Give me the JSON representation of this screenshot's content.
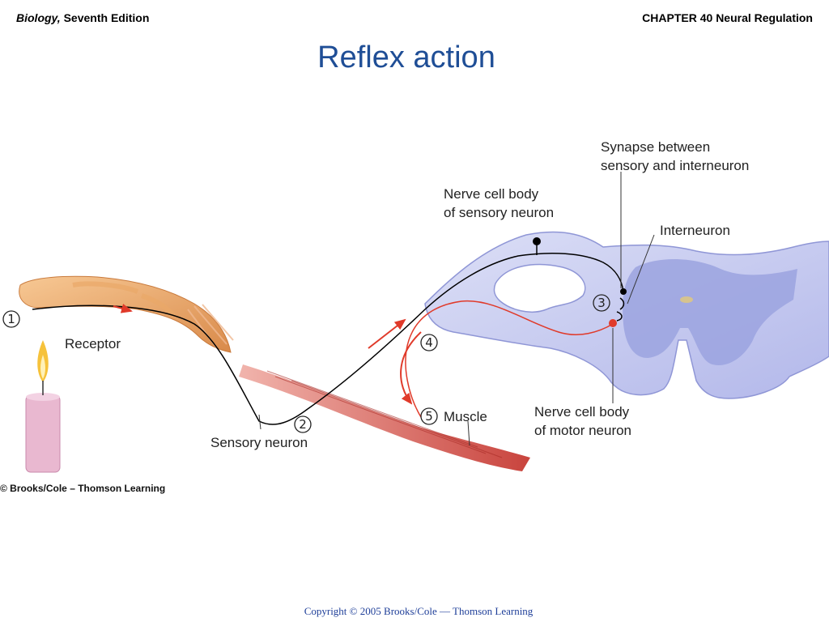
{
  "header": {
    "book_title": "Biology,",
    "edition": " Seventh Edition",
    "chapter": "CHAPTER 40 Neural Regulation"
  },
  "slide": {
    "title": "Reflex action",
    "footer": "Copyright © 2005 Brooks/Cole — Thomson Learning"
  },
  "diagram": {
    "labels": {
      "synapse": [
        "Synapse between",
        "sensory and interneuron"
      ],
      "sensory_body": [
        "Nerve cell body",
        "of sensory neuron"
      ],
      "interneuron": "Interneuron",
      "receptor": "Receptor",
      "sensory_neuron": "Sensory neuron",
      "muscle": "Muscle",
      "motor_body": [
        "Nerve cell body",
        "of motor neuron"
      ]
    },
    "steps": [
      "1",
      "2",
      "3",
      "4",
      "5"
    ],
    "credit": "© Brooks/Cole – Thomson Learning",
    "colors": {
      "spinal_cord": "#c9cdf0",
      "gray_matter": "#9ba3df",
      "sensory_path": "#000000",
      "motor_path": "#e03a2a",
      "muscle": "#c8453e",
      "finger": "#f3b47a",
      "candle": "#e9b8d0",
      "flame": "#f6c23b"
    }
  }
}
